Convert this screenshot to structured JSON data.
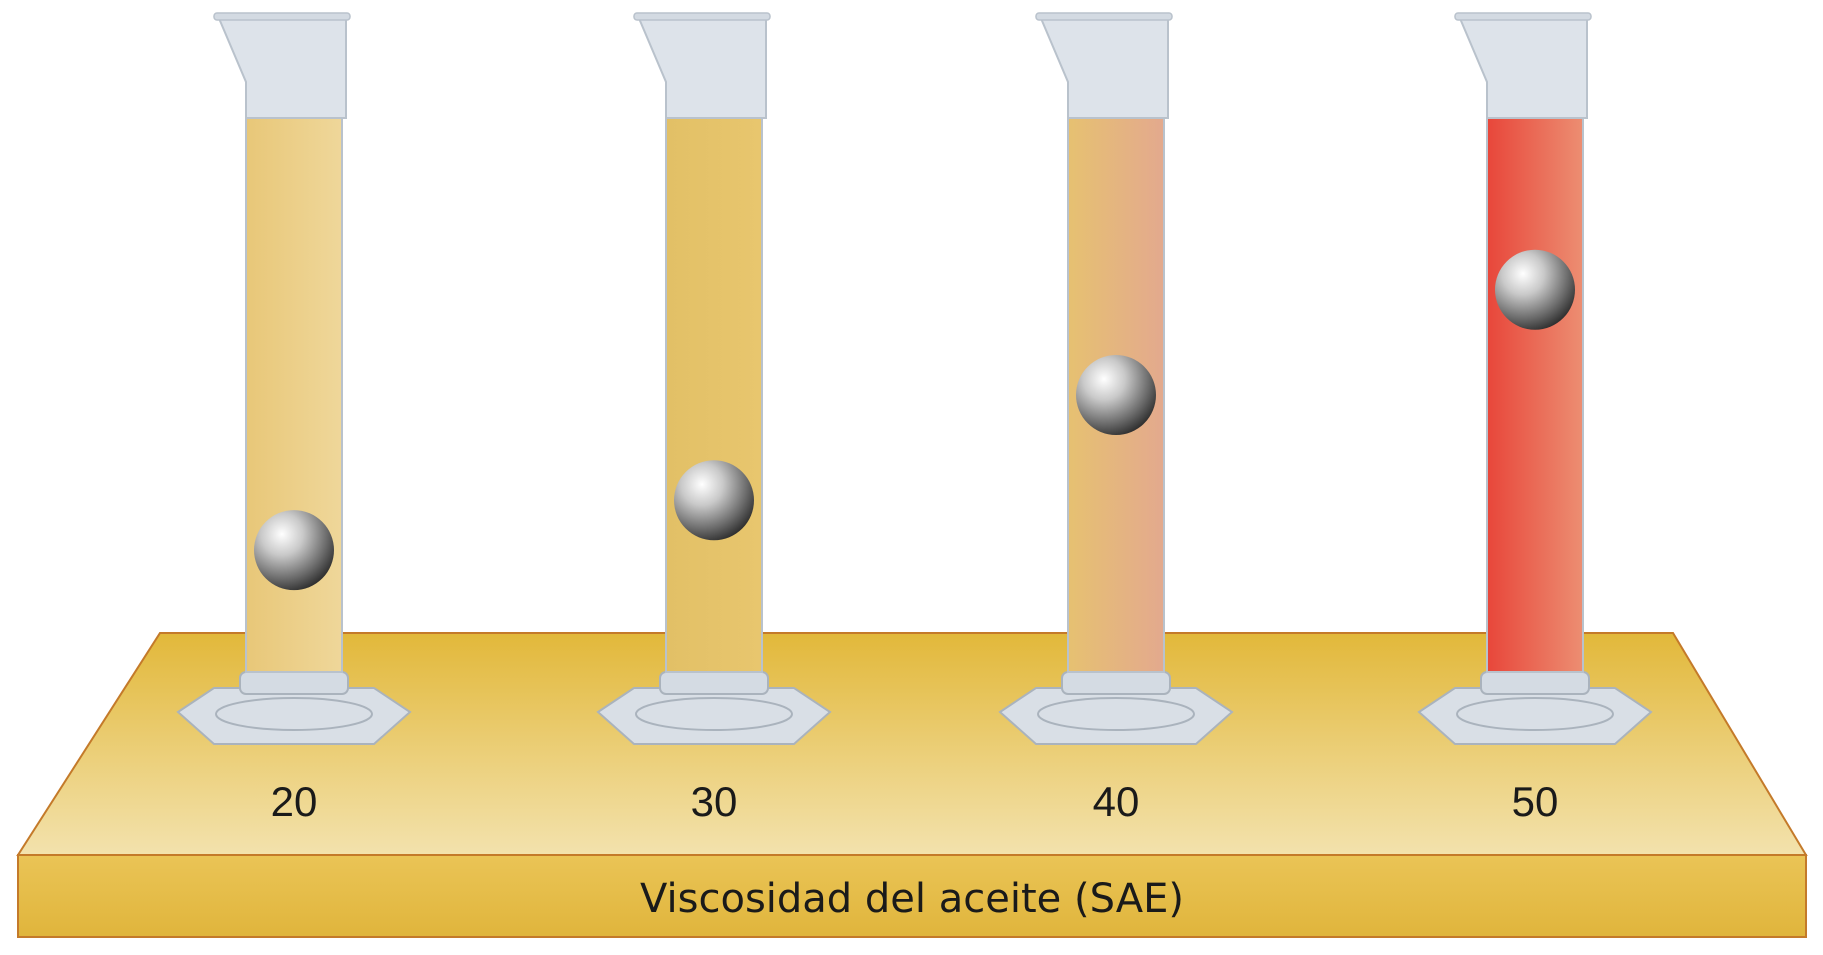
{
  "caption": "Viscosidad del aceite (SAE)",
  "colors": {
    "board_top": "#f0dca0",
    "board_front": "#e6bf45",
    "board_edge": "#c47a2a",
    "glass": "#dde3ea",
    "glass_edge": "#b9c2cc"
  },
  "cylinders": [
    {
      "label": "20",
      "liquid_left": "#e8c778",
      "liquid_right": "#efd79a",
      "ball_level": 0.78
    },
    {
      "label": "30",
      "liquid_left": "#e2c066",
      "liquid_right": "#e8c66e",
      "ball_level": 0.69
    },
    {
      "label": "40",
      "liquid_left": "#e6c171",
      "liquid_right": "#e3a98e",
      "ball_level": 0.5
    },
    {
      "label": "50",
      "liquid_left": "#e8463a",
      "liquid_right": "#ec8e72",
      "ball_level": 0.31
    }
  ]
}
